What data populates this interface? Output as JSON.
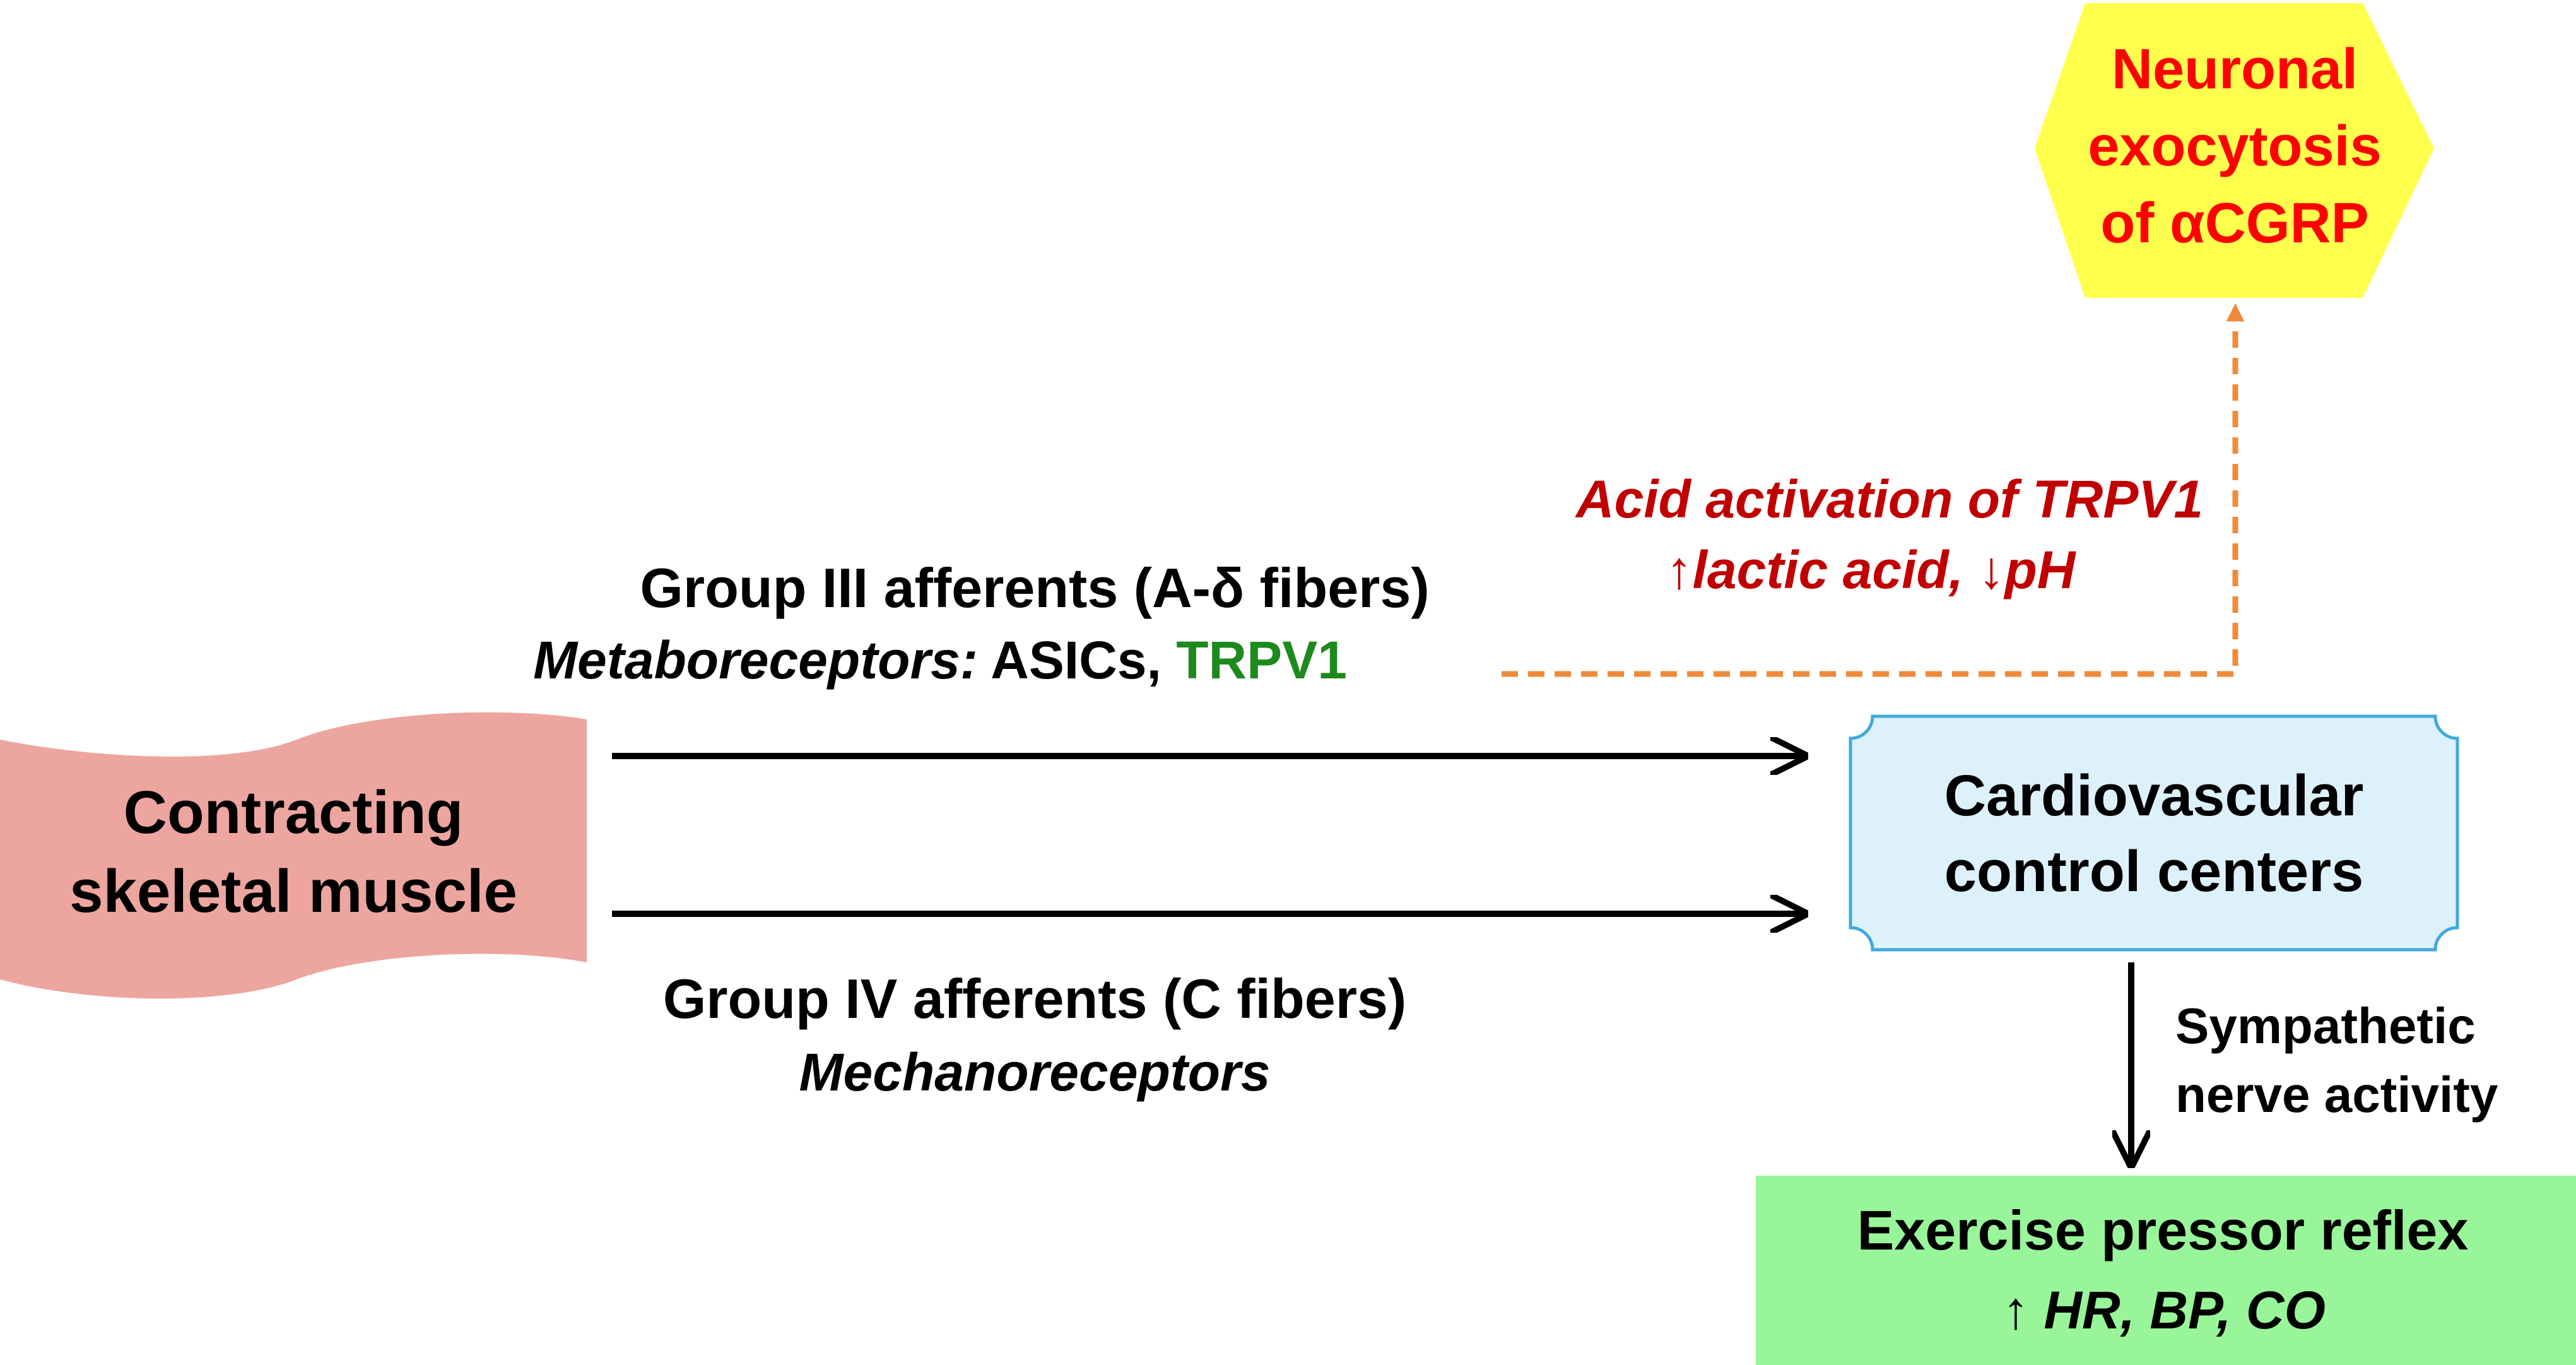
{
  "nodes": {
    "muscle": {
      "line1": "Contracting",
      "line2": "skeletal muscle"
    },
    "cardio": {
      "line1": "Cardiovascular",
      "line2": "control centers"
    },
    "exocytosis": {
      "line1": "Neuronal",
      "line2": "exocytosis",
      "line3": "of αCGRP"
    },
    "pressor": {
      "line1": "Exercise pressor reflex",
      "arrow": "↑ ",
      "line2": "HR, BP, CO"
    }
  },
  "labels": {
    "group3": {
      "title": "Group III afferents (A-δ fibers)",
      "receptors_prefix": "Metaboreceptors:",
      "receptors_mid": " ASICs, ",
      "receptors_trpv1": "TRPV1"
    },
    "group4": {
      "title": "Group IV afferents (C fibers)",
      "receptors": "Mechanoreceptors"
    },
    "acid": {
      "line1": "Acid activation of TRPV1",
      "line2": "↑lactic acid, ↓pH"
    },
    "sympathetic": {
      "line1": "Sympathetic",
      "line2": "nerve activity"
    }
  },
  "colors": {
    "muscle_fill": "#eda59f",
    "cardio_fill": "#ddf1fb",
    "cardio_stroke": "#3fa9de",
    "exocytosis_fill": "#ffff4d",
    "exocytosis_text": "#ff0000",
    "pressor_fill": "#99f59a",
    "acid_text": "#c00000",
    "trpv1_text": "#1e8a1e",
    "dashed_arrow": "#ef8a3a",
    "arrow": "#000000"
  }
}
